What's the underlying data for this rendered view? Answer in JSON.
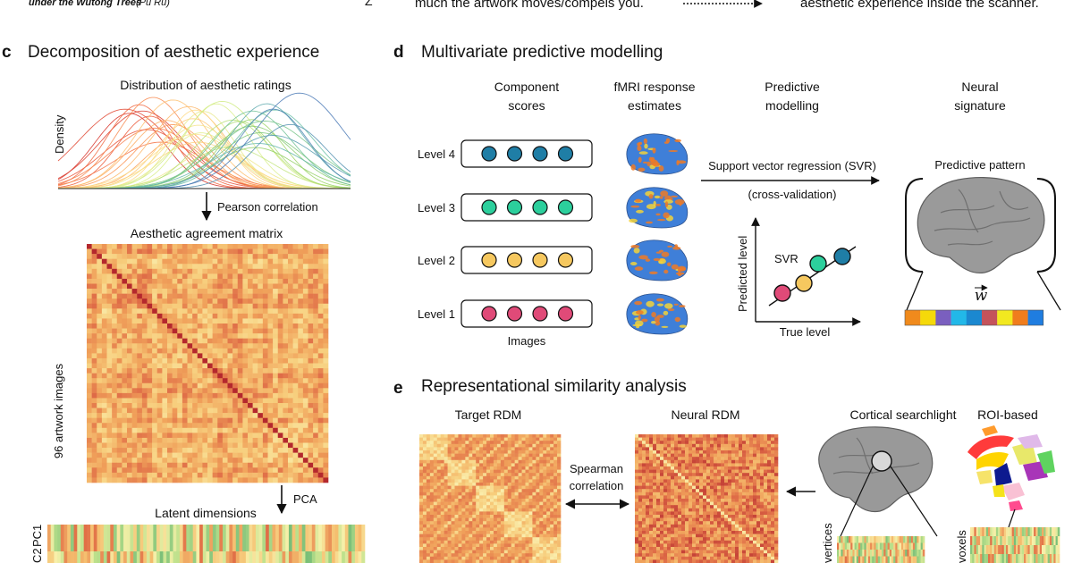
{
  "top_strip": {
    "left_caption": "under the Wutong Trees",
    "left_caption_suffix": "(Pu Ru)",
    "middle_text": "much the artwork moves/compels you.",
    "right_text": "aesthetic experience inside the scanner."
  },
  "panel_c": {
    "letter": "c",
    "title": "Decomposition of aesthetic experience",
    "dist_title": "Distribution of aesthetic ratings",
    "density_label": "Density",
    "arrow1_label": "Pearson correlation",
    "matrix_title": "Aesthetic agreement  matrix",
    "matrix_ylabel": "96 artwork images",
    "arrow2_label": "PCA",
    "latent_title": "Latent dimensions",
    "pc1_label": "PC1",
    "pc2_label": "C2"
  },
  "panel_d": {
    "letter": "d",
    "title": "Multivariate predictive modelling",
    "col1": [
      "Component",
      "scores"
    ],
    "col2": [
      "fMRI response",
      "estimates"
    ],
    "col3": [
      "Predictive",
      "modelling"
    ],
    "col4": [
      "Neural",
      "signature"
    ],
    "levels": [
      {
        "label": "Level 4",
        "color": "#1f7ea6"
      },
      {
        "label": "Level 3",
        "color": "#2ccf9c"
      },
      {
        "label": "Level 2",
        "color": "#f6c85f"
      },
      {
        "label": "Level 1",
        "color": "#e04a78"
      }
    ],
    "images_label": "Images",
    "svr_line1": "Support vector regression (SVR)",
    "svr_line2": "(cross-validation)",
    "svr_plot_label": "SVR",
    "plot_ylabel": "Predicted level",
    "plot_xlabel": "True level",
    "pattern_title": "Predictive pattern",
    "weight_label": "w",
    "weight_colors": [
      "#f08a1c",
      "#f5d90a",
      "#7a5fbf",
      "#22b8e8",
      "#1b88d0",
      "#c4535b",
      "#f2e820",
      "#f07d1d",
      "#1f7de0"
    ]
  },
  "panel_e": {
    "letter": "e",
    "title": "Representational similarity analysis",
    "target_label": "Target RDM",
    "neural_label": "Neural RDM",
    "spearman": [
      "Spearman",
      "correlation"
    ],
    "searchlight_label": "Cortical searchlight",
    "roi_label": "ROI-based",
    "vertices_label": "vertices",
    "voxels_label": "voxels"
  }
}
